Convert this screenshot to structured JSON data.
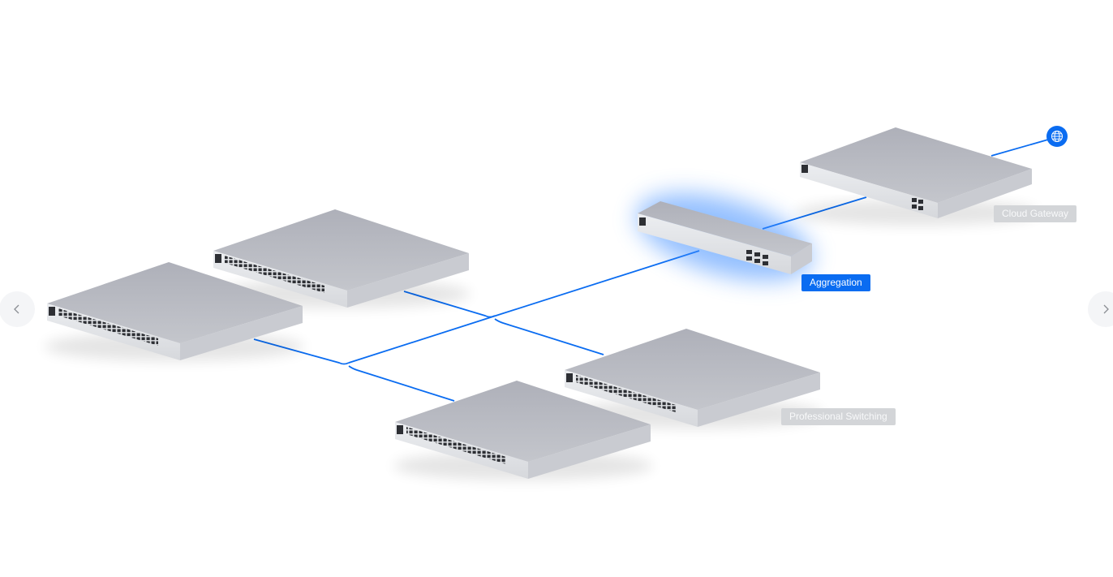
{
  "labels": {
    "cloud_gateway": "Cloud Gateway",
    "aggregation": "Aggregation",
    "professional_switching": "Professional Switching"
  },
  "navigation": {
    "prev_icon": "chevron-left-icon",
    "next_icon": "chevron-right-icon"
  },
  "internet": {
    "icon": "globe-icon"
  },
  "colors": {
    "link": "#0a6cf1",
    "active_label": "#0a6cf1",
    "muted_label": "#d3d5d8",
    "device_top": "#b7b9c1",
    "device_front": "#e4e5e9",
    "glow": "#3d8cff"
  },
  "selected_tier": "aggregation"
}
